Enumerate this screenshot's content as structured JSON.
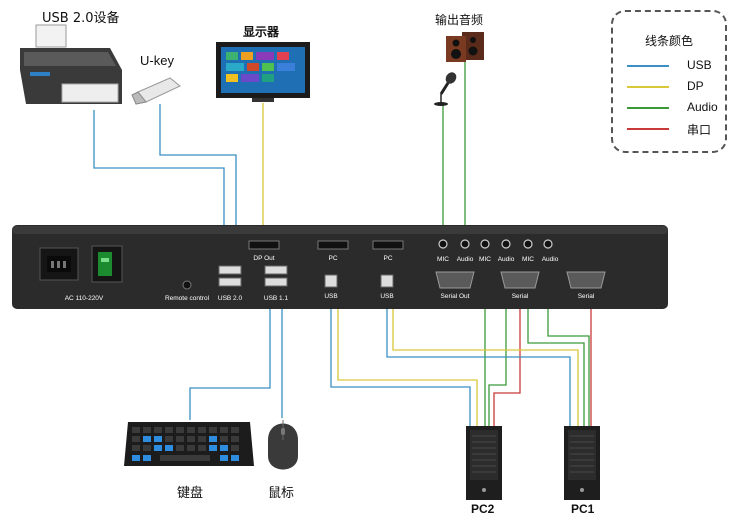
{
  "labels": {
    "usb_device": "USB 2.0设备",
    "ukey": "U-key",
    "display": "显示器",
    "audio_io": "输出音频",
    "keyboard": "键盘",
    "mouse": "鼠标",
    "pc2": "PC2",
    "pc1": "PC1"
  },
  "legend": {
    "title": "线条颜色",
    "items": [
      {
        "label": "USB",
        "color": "#3b8fc4"
      },
      {
        "label": "DP",
        "color": "#d9c73a"
      },
      {
        "label": "Audio",
        "color": "#3a9a3a"
      },
      {
        "label": "串口",
        "color": "#c83a3a"
      }
    ]
  },
  "panel": {
    "power": "AC 110-220V",
    "remote": "Remote control",
    "usb20": "USB 2.0",
    "usb11": "USB 1.1",
    "dp_out": "DP Out",
    "pc_a": "PC",
    "pc_b": "PC",
    "usb_a": "USB",
    "usb_b": "USB",
    "mic1": "MIC",
    "audio1": "Audio",
    "mic2": "MIC",
    "audio2": "Audio",
    "mic3": "MIC",
    "audio3": "Audio",
    "serial_out": "Serial Out",
    "serial_a": "Serial",
    "serial_b": "Serial"
  },
  "colors": {
    "usb": "#3b8fc4",
    "dp": "#d9c73a",
    "audio": "#3a9a3a",
    "serial": "#c83a3a",
    "panel": "#2b2b2b"
  }
}
